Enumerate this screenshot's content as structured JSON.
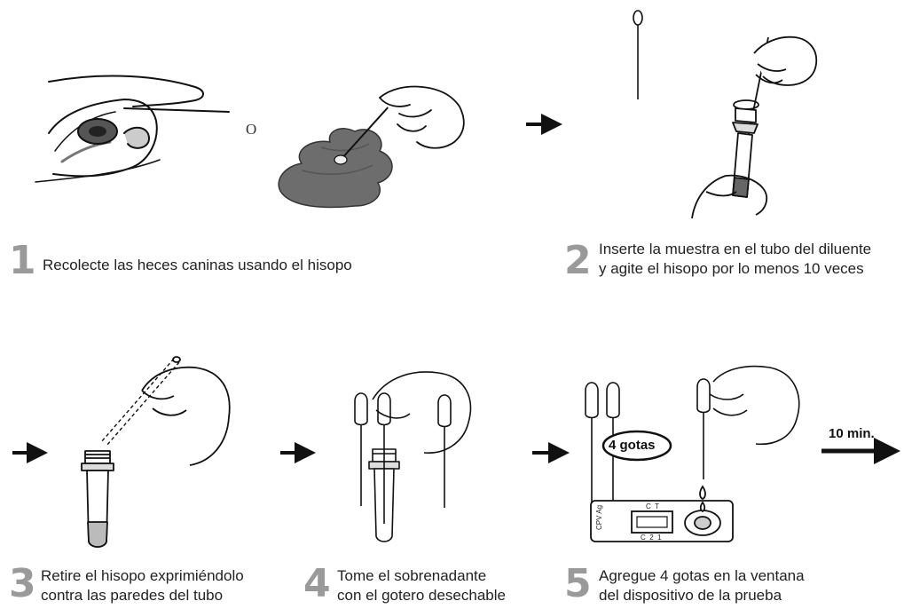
{
  "or_label": "O",
  "time_label": "10 min.",
  "drops_label": "4 gotas",
  "device": {
    "brand": "CPV Ag",
    "marks_top": "C  T",
    "marks_bottom": "C  2  1"
  },
  "steps": [
    {
      "number": "1",
      "lines": [
        "Recolecte las heces caninas usando el hisopo"
      ]
    },
    {
      "number": "2",
      "lines": [
        "Inserte la muestra en el tubo del diluente",
        "y agite el hisopo por lo menos 10 veces"
      ]
    },
    {
      "number": "3",
      "lines": [
        "Retire el hisopo exprimiéndolo",
        "contra las paredes del tubo"
      ]
    },
    {
      "number": "4",
      "lines": [
        "Tome el sobrenadante",
        "con el gotero desechable"
      ]
    },
    {
      "number": "5",
      "lines": [
        "Agregue 4 gotas en la ventana",
        "del dispositivo de la prueba"
      ]
    }
  ]
}
